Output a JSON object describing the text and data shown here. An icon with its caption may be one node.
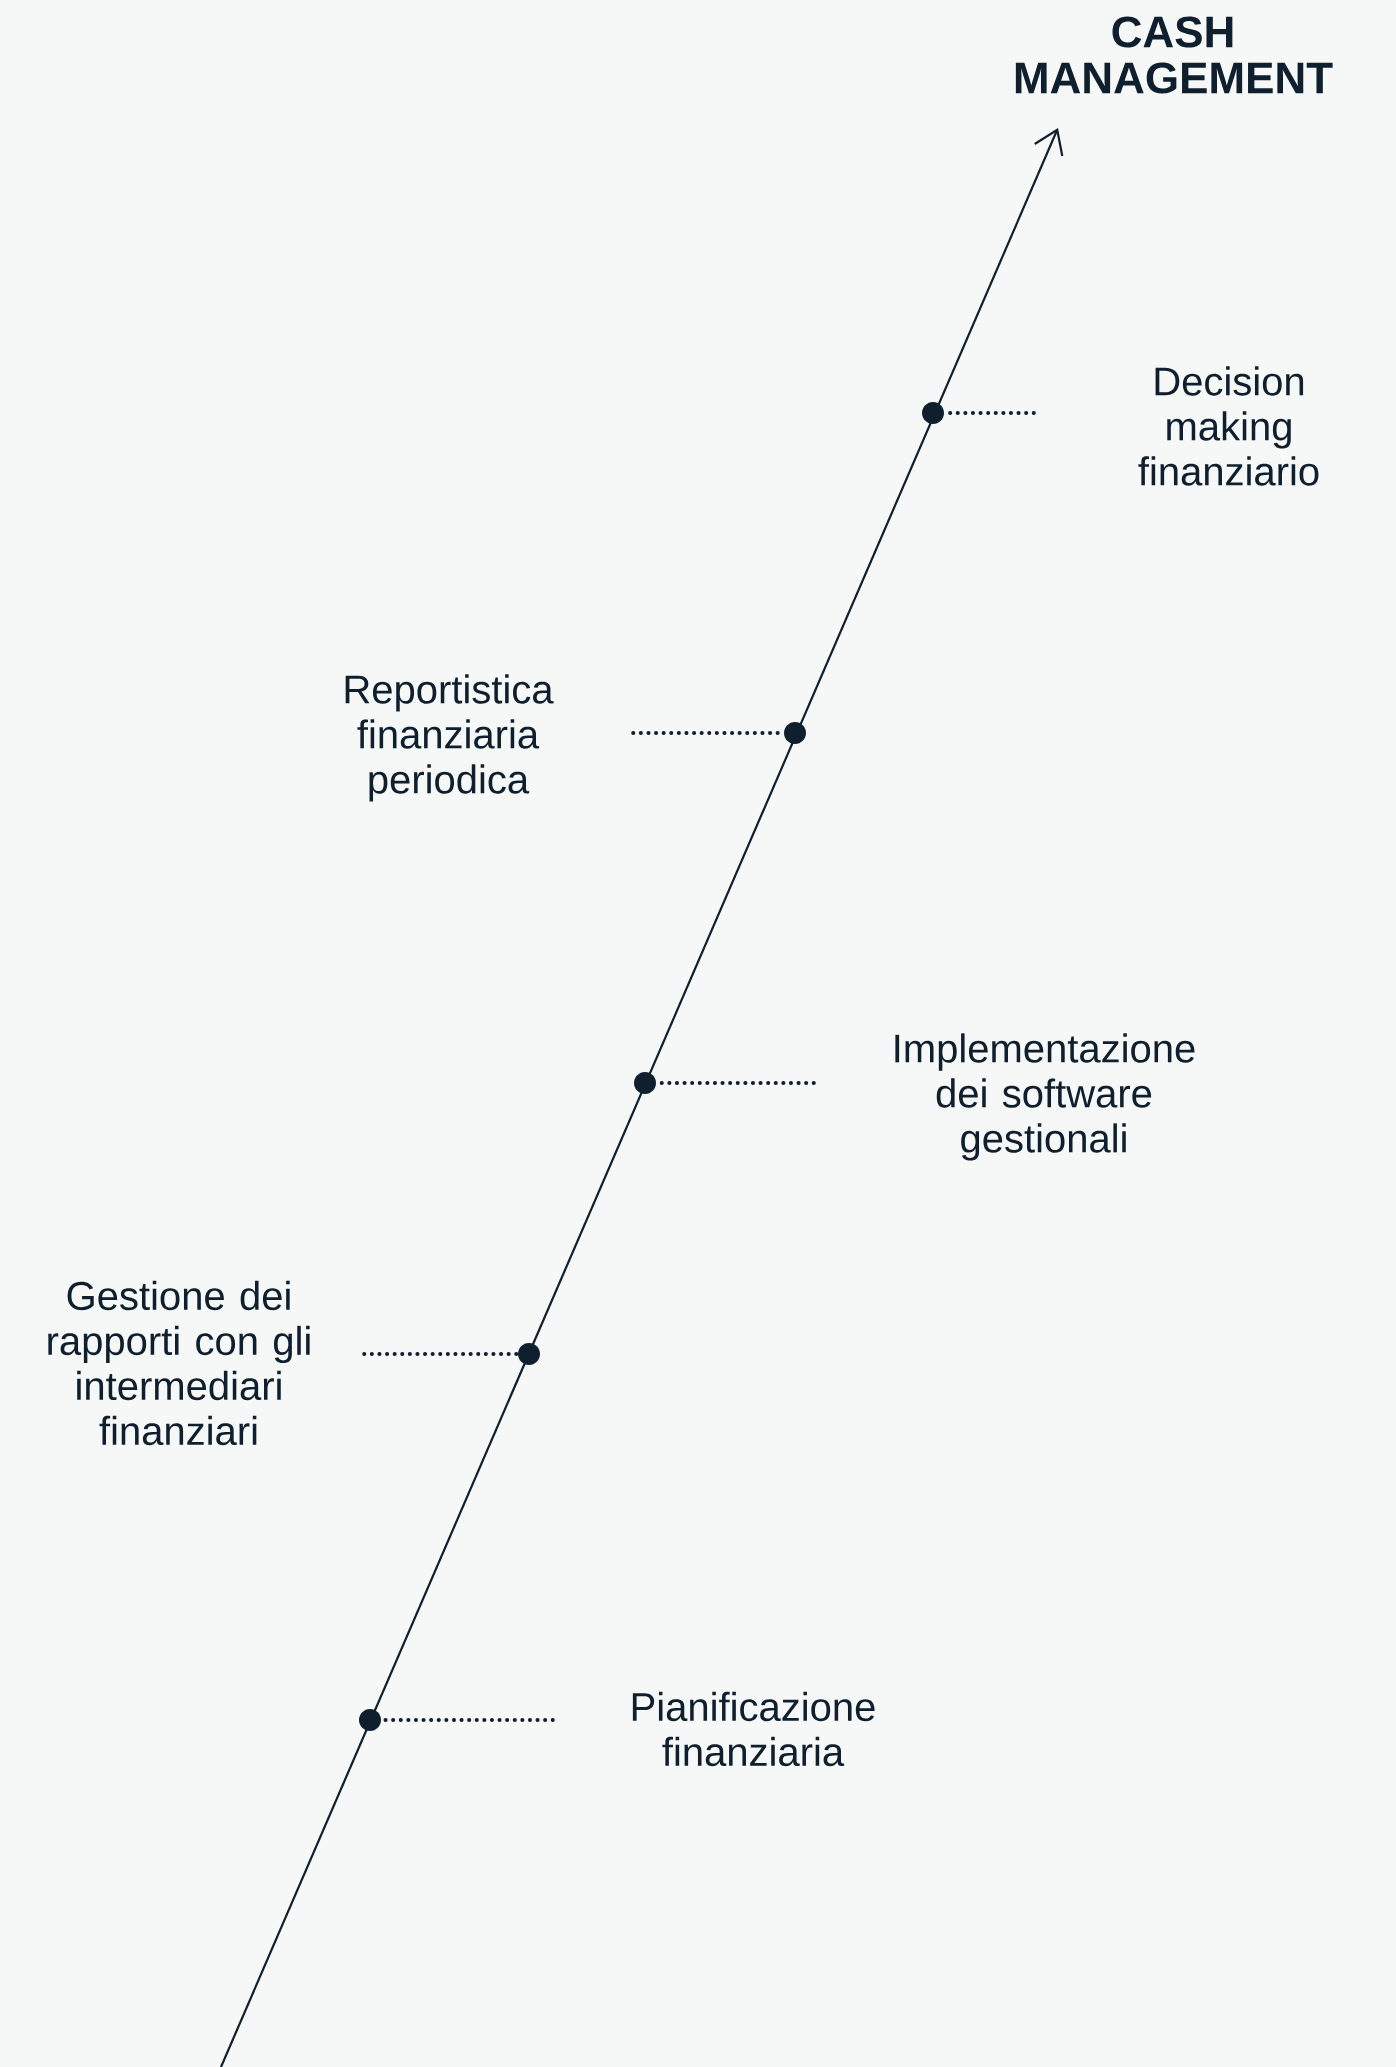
{
  "diagram": {
    "title": "CASH MANAGEMENT",
    "nodes": [
      {
        "text": [
          "Decision making finanziario"
        ]
      },
      {
        "text": [],
        "shape": "circle"
      },
      {
        "text": [
          "Reportistica finanziaria periodica"
        ]
      },
      {
        "text": [],
        "shape": "circle"
      },
      {
        "text": [
          "Implementazione dei software gestionali"
        ]
      },
      {
        "text": [],
        "shape": "circle"
      },
      {
        "text": [
          "Gestione dei rapporti con gli intermediari finanziari"
        ]
      },
      {
        "text": [],
        "shape": "circle"
      },
      {
        "text": [
          "Pianificazione finanziaria"
        ]
      },
      {
        "text": [],
        "shape": "circle"
      }
    ],
    "edges": [
      {
        "from": 0,
        "to": 1,
        "arrow": "none",
        "style": "dashed"
      },
      {
        "from": 2,
        "to": 3,
        "arrow": "none",
        "style": "dashed"
      },
      {
        "from": 4,
        "to": 5,
        "arrow": "none",
        "style": "dashed"
      },
      {
        "from": 6,
        "to": 7,
        "arrow": "none",
        "style": "dashed"
      },
      {
        "from": 8,
        "to": 9,
        "arrow": "none",
        "style": "dashed"
      }
    ]
  }
}
